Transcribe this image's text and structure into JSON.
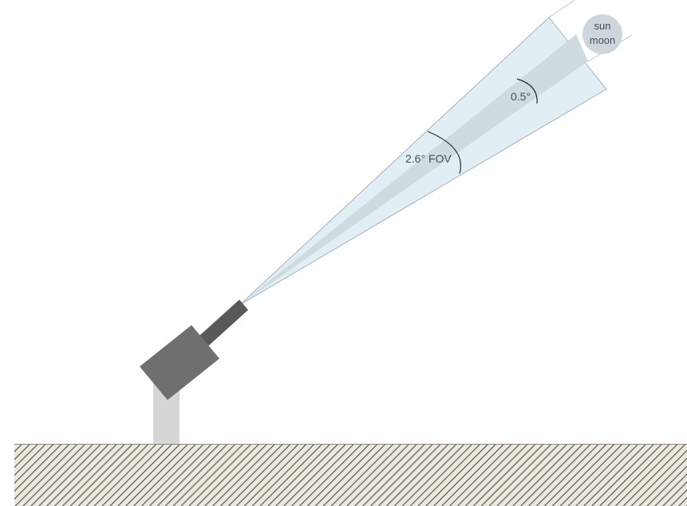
{
  "diagram": {
    "fov_label": "2.6° FOV",
    "source_angle_label": "0.5°",
    "target_line1": "sun",
    "target_line2": "moon"
  },
  "colors": {
    "background": "#ffffff",
    "outer_beam": "#e2eef4",
    "inner_beam": "#cfdbe1",
    "beam_edge": "#9fb4c0",
    "target_disc": "#cdd6dc",
    "instrument_body": "#6f6f6f",
    "instrument_tube": "#595959",
    "mount_pole": "#d6d6d6",
    "ground_fill": "#ece6dc",
    "ground_hatch": "#4b4b4b"
  }
}
